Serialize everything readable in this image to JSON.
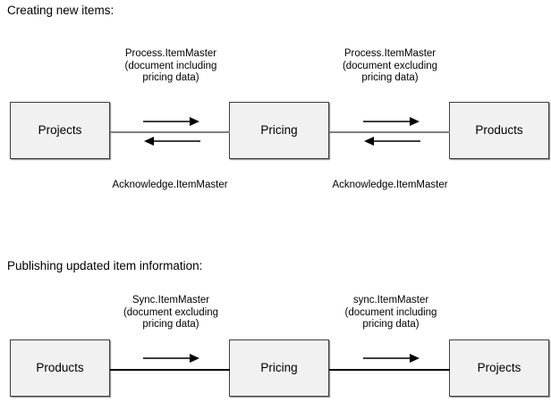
{
  "diagrams": [
    {
      "id": "creating-new-items",
      "title": "Creating new items:",
      "nodes": [
        {
          "id": "projects",
          "label": "Projects"
        },
        {
          "id": "pricing",
          "label": "Pricing"
        },
        {
          "id": "products",
          "label": "Products"
        }
      ],
      "edges": [
        {
          "id": "projects-pricing",
          "from": "Projects",
          "to": "Pricing",
          "above_label": "Process.ItemMaster\n(document including\npricing data)",
          "below_label": "Acknowledge.ItemMaster",
          "forward_arrow": "arrow-right-icon",
          "backward_arrow": "arrow-left-icon",
          "line_color": "#808080"
        },
        {
          "id": "pricing-products",
          "from": "Pricing",
          "to": "Products",
          "above_label": "Process.ItemMaster\n(document excluding\npricing data)",
          "below_label": "Acknowledge.ItemMaster",
          "forward_arrow": "arrow-right-icon",
          "backward_arrow": "arrow-left-icon",
          "line_color": "#808080"
        }
      ]
    },
    {
      "id": "publishing-updated-item-information",
      "title": "Publishing updated item information:",
      "nodes": [
        {
          "id": "products",
          "label": "Products"
        },
        {
          "id": "pricing",
          "label": "Pricing"
        },
        {
          "id": "projects",
          "label": "Projects"
        }
      ],
      "edges": [
        {
          "id": "products-pricing",
          "from": "Products",
          "to": "Pricing",
          "above_label": "Sync.ItemMaster\n(document excluding\npricing data)",
          "below_label": "",
          "forward_arrow": "arrow-right-icon",
          "line_color": "#000000"
        },
        {
          "id": "pricing-projects",
          "from": "Pricing",
          "to": "Projects",
          "above_label": "sync.ItemMaster\n(document including\npricing data)",
          "below_label": "",
          "forward_arrow": "arrow-right-icon",
          "line_color": "#000000"
        }
      ]
    }
  ],
  "style": {
    "box_fill": "#f1f1f1",
    "box_border": "#3f3f3f",
    "box_shadow": "#9a9a9a",
    "text_color": "#000000",
    "background": "#ffffff"
  }
}
